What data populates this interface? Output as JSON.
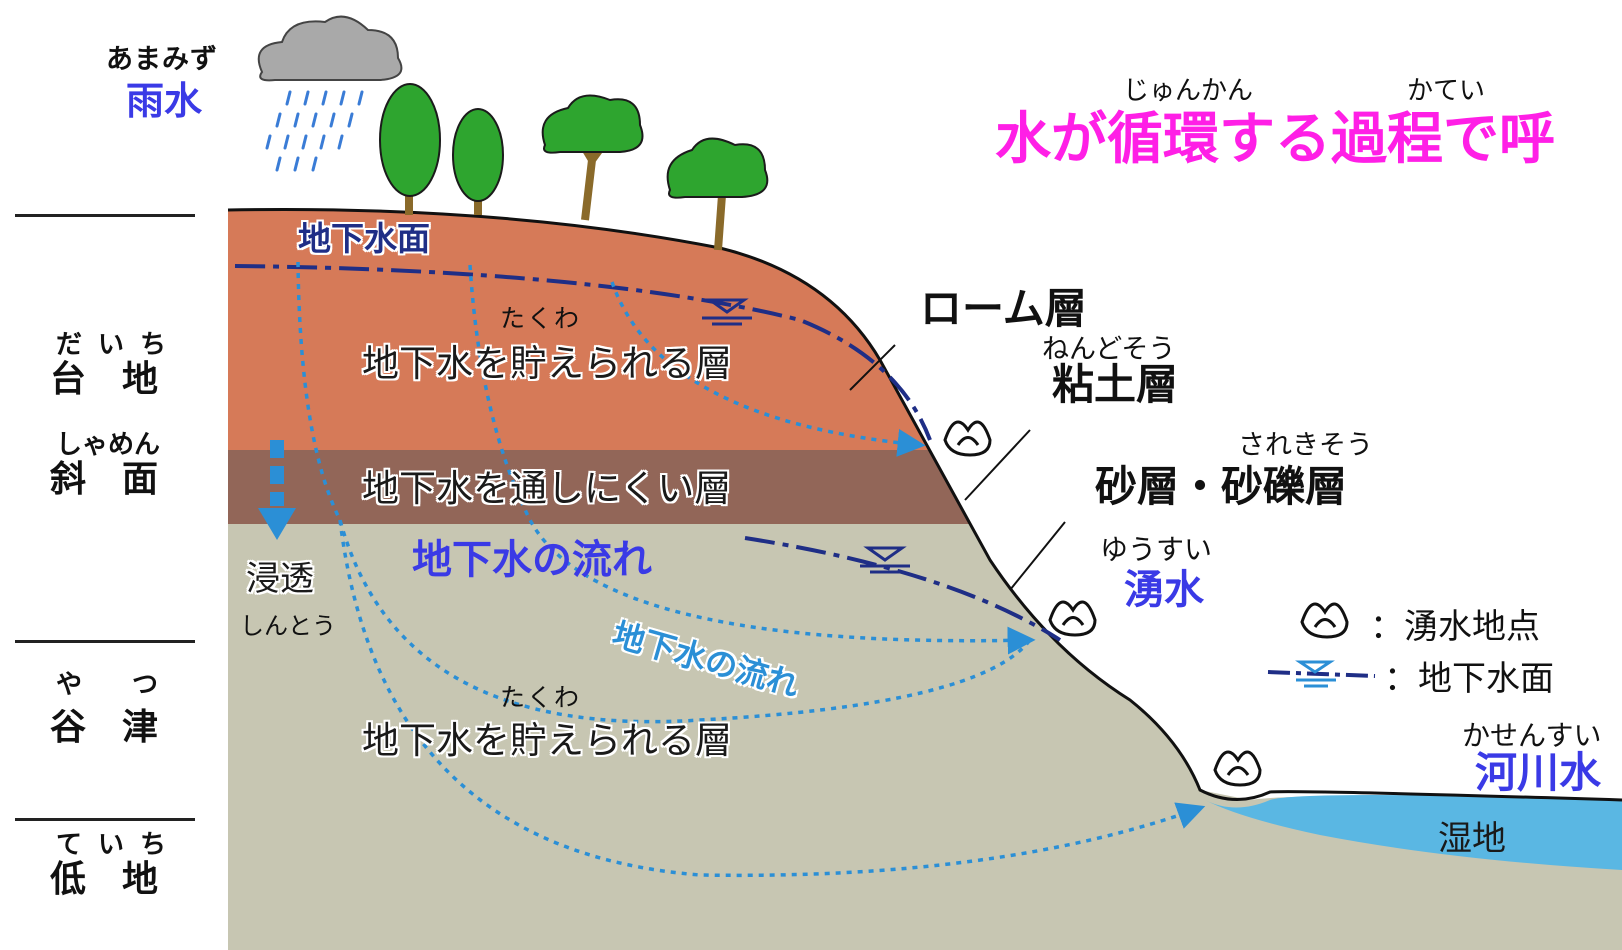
{
  "title": {
    "text": "水が循環する過程で呼",
    "ruby_junkan": "じゅんかん",
    "ruby_katei": "かてい"
  },
  "rain": {
    "label": "雨水",
    "ruby": "あまみず"
  },
  "terrain_labels": [
    {
      "label": "台地",
      "ruby": "だいち"
    },
    {
      "label": "斜面",
      "ruby": "しゃめん"
    },
    {
      "label": "谷津",
      "ruby": "やつ"
    },
    {
      "label": "低地",
      "ruby": "ていち"
    }
  ],
  "water_table_label": "地下水面",
  "layers": {
    "upper_aquifer": {
      "label": "地下水を貯えられる層",
      "ruby": "たくわ"
    },
    "aquitard": {
      "label": "地下水を通しにくい層"
    },
    "lower_aquifer": {
      "label": "地下水を貯えられる層",
      "ruby": "たくわ"
    }
  },
  "infiltration": {
    "label": "浸透",
    "ruby": "しんとう"
  },
  "flow_label_main": "地下水の流れ",
  "flow_label_curved": "地下水の流れ",
  "strata": {
    "loam": "ローム層",
    "clay": {
      "label": "粘土層",
      "ruby": "ねんどそう"
    },
    "sand": {
      "label": "砂層・砂礫層",
      "ruby": "されきそう"
    }
  },
  "spring": {
    "label": "湧水",
    "ruby": "ゆうすい"
  },
  "river": {
    "label": "河川水",
    "ruby": "かせんすい"
  },
  "wetland": "湿地",
  "legend": {
    "spring_point": "：湧水地点",
    "water_table": "：地下水面"
  },
  "colors": {
    "upper_layer": "#d67a58",
    "aquitard": "#926658",
    "lower_layer": "#c7c6b2",
    "water": "#5ab7e3",
    "flow_arrow": "#2b8fd6",
    "water_table_line": "#1f2e86",
    "accent_title": "#ff1fe6",
    "blue_text": "#3a3ae6",
    "tree_green": "#2ea52f",
    "cloud": "#a9a9a9"
  }
}
